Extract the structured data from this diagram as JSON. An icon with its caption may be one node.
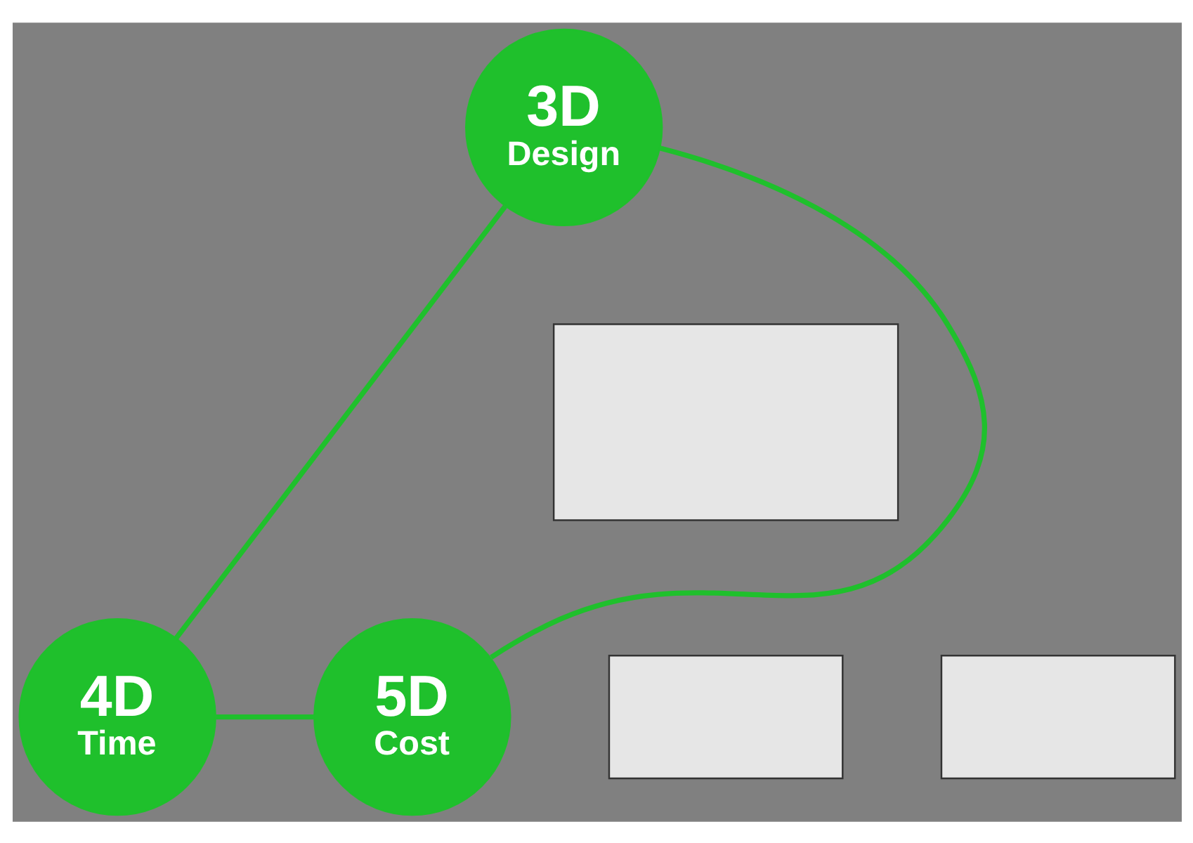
{
  "diagram": {
    "nodes": [
      {
        "text": [
          "3D",
          "Design"
        ]
      },
      {
        "text": [
          "4D",
          "Time"
        ]
      },
      {
        "text": [
          "5D",
          "Cost"
        ]
      },
      {
        "text": [],
        "shape": "box"
      },
      {
        "text": [],
        "shape": "box"
      },
      {
        "text": [],
        "shape": "box"
      }
    ],
    "edges": [
      {
        "from": 0,
        "to": 1,
        "arrow": "none"
      },
      {
        "from": 1,
        "to": 2,
        "arrow": "none"
      },
      {
        "from": 2,
        "to": 0,
        "arrow": "none"
      }
    ]
  }
}
